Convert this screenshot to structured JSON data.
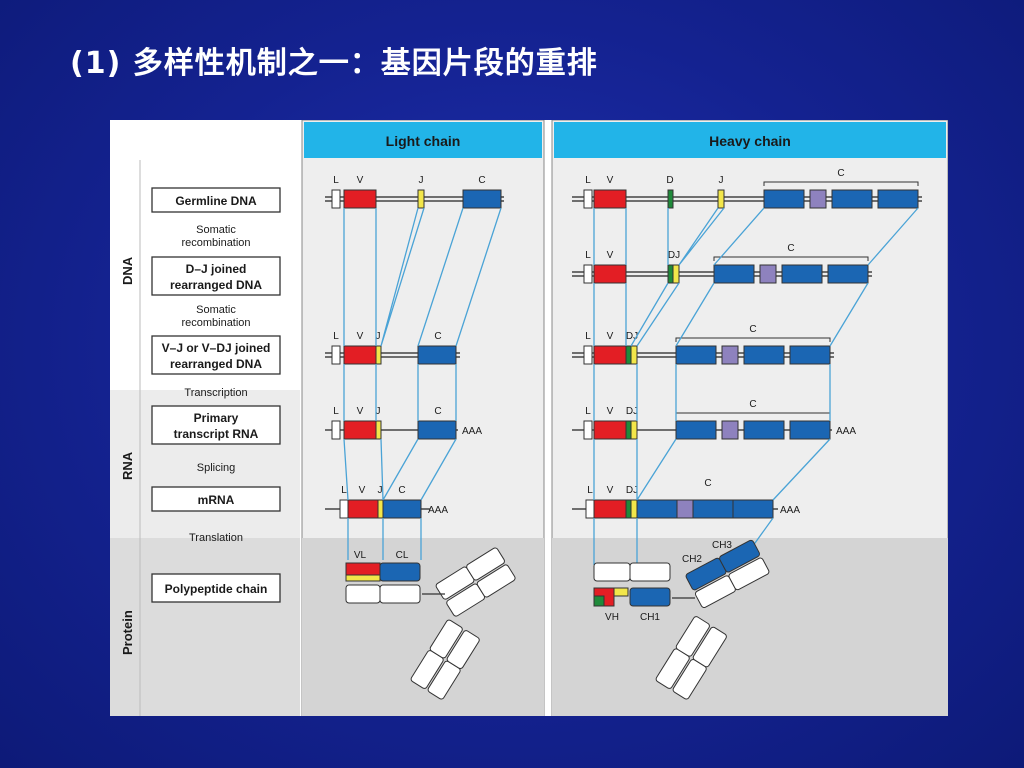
{
  "slide": {
    "title": "(1) 多样性机制之一：基因片段的重排"
  },
  "figure": {
    "headers": {
      "light": "Light chain",
      "heavy": "Heavy chain"
    },
    "sections": {
      "dna": "DNA",
      "rna": "RNA",
      "protein": "Protein"
    },
    "stages": {
      "germline": "Germline DNA",
      "dj_joined_1": "D–J joined",
      "dj_joined_2": "rearranged DNA",
      "vj_joined_1": "V–J or V–DJ joined",
      "vj_joined_2": "rearranged DNA",
      "primary_1": "Primary",
      "primary_2": "transcript RNA",
      "mrna": "mRNA",
      "polypeptide": "Polypeptide chain"
    },
    "steps": {
      "somatic_1a": "Somatic",
      "somatic_1b": "recombination",
      "somatic_2a": "Somatic",
      "somatic_2b": "recombination",
      "transcription": "Transcription",
      "splicing": "Splicing",
      "translation": "Translation"
    },
    "segments": {
      "L": "L",
      "V": "V",
      "J": "J",
      "C": "C",
      "D": "D",
      "DJ": "DJ",
      "AAA": "AAA",
      "VL": "VL",
      "CL": "CL",
      "VH": "VH",
      "CH1": "CH1",
      "CH2": "CH2",
      "CH3": "CH3"
    },
    "colors": {
      "header": "#22b4e8",
      "v_segment": "#e31e24",
      "j_segment": "#f2e64a",
      "d_segment": "#1f8a3a",
      "c_segment": "#1b66b3",
      "hinge_segment": "#8e82be",
      "connector": "#4aa3d6",
      "panel_bg": "#eeeeee",
      "protein_bg": "#d6d6d6"
    }
  }
}
